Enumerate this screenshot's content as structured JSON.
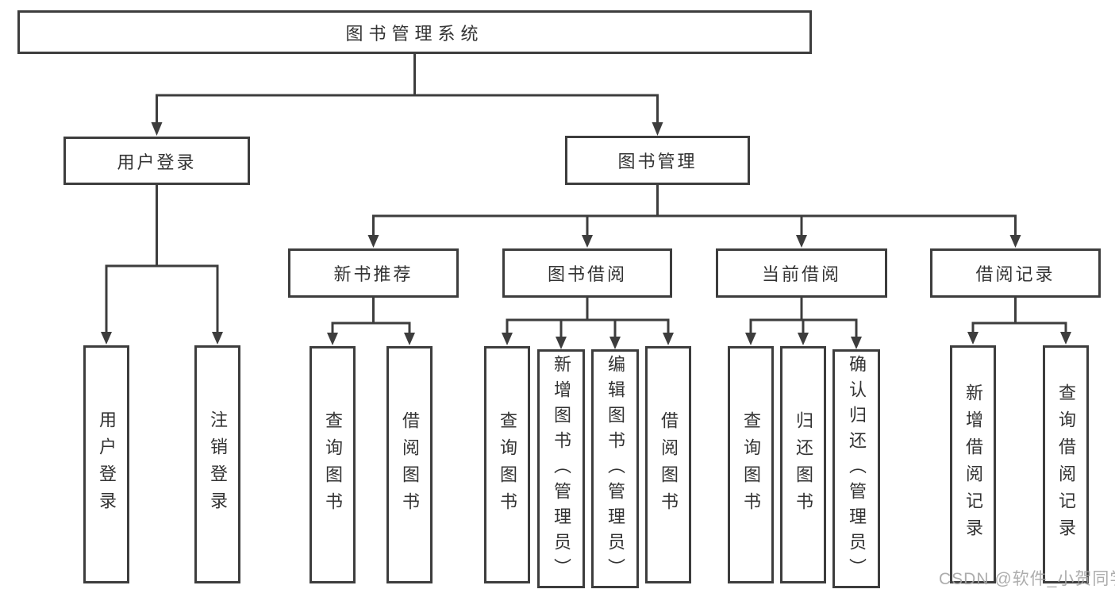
{
  "colors": {
    "line": "#3d3d3d",
    "text": "#333333",
    "box_background": "#ffffff",
    "page_background": "#ffffff",
    "watermark": "#a4a4a4"
  },
  "tree": {
    "root": {
      "label": "图书管理系统"
    },
    "branches": [
      {
        "label": "用户登录",
        "children": [
          {
            "label": "用户登录"
          },
          {
            "label": "注销登录"
          }
        ]
      },
      {
        "label": "图书管理",
        "children": [
          {
            "label": "新书推荐",
            "children": [
              {
                "label": "查询图书"
              },
              {
                "label": "借阅图书"
              }
            ]
          },
          {
            "label": "图书借阅",
            "children": [
              {
                "label": "查询图书"
              },
              {
                "label": "新增图书（管理员）"
              },
              {
                "label": "编辑图书（管理员）"
              },
              {
                "label": "借阅图书"
              }
            ]
          },
          {
            "label": "当前借阅",
            "children": [
              {
                "label": "查询图书"
              },
              {
                "label": "归还图书"
              },
              {
                "label": "确认归还（管理员）"
              }
            ]
          },
          {
            "label": "借阅记录",
            "children": [
              {
                "label": "新增借阅记录"
              },
              {
                "label": "查询借阅记录"
              }
            ]
          }
        ]
      }
    ]
  },
  "watermark": "CSDN @软件_小贺同学"
}
